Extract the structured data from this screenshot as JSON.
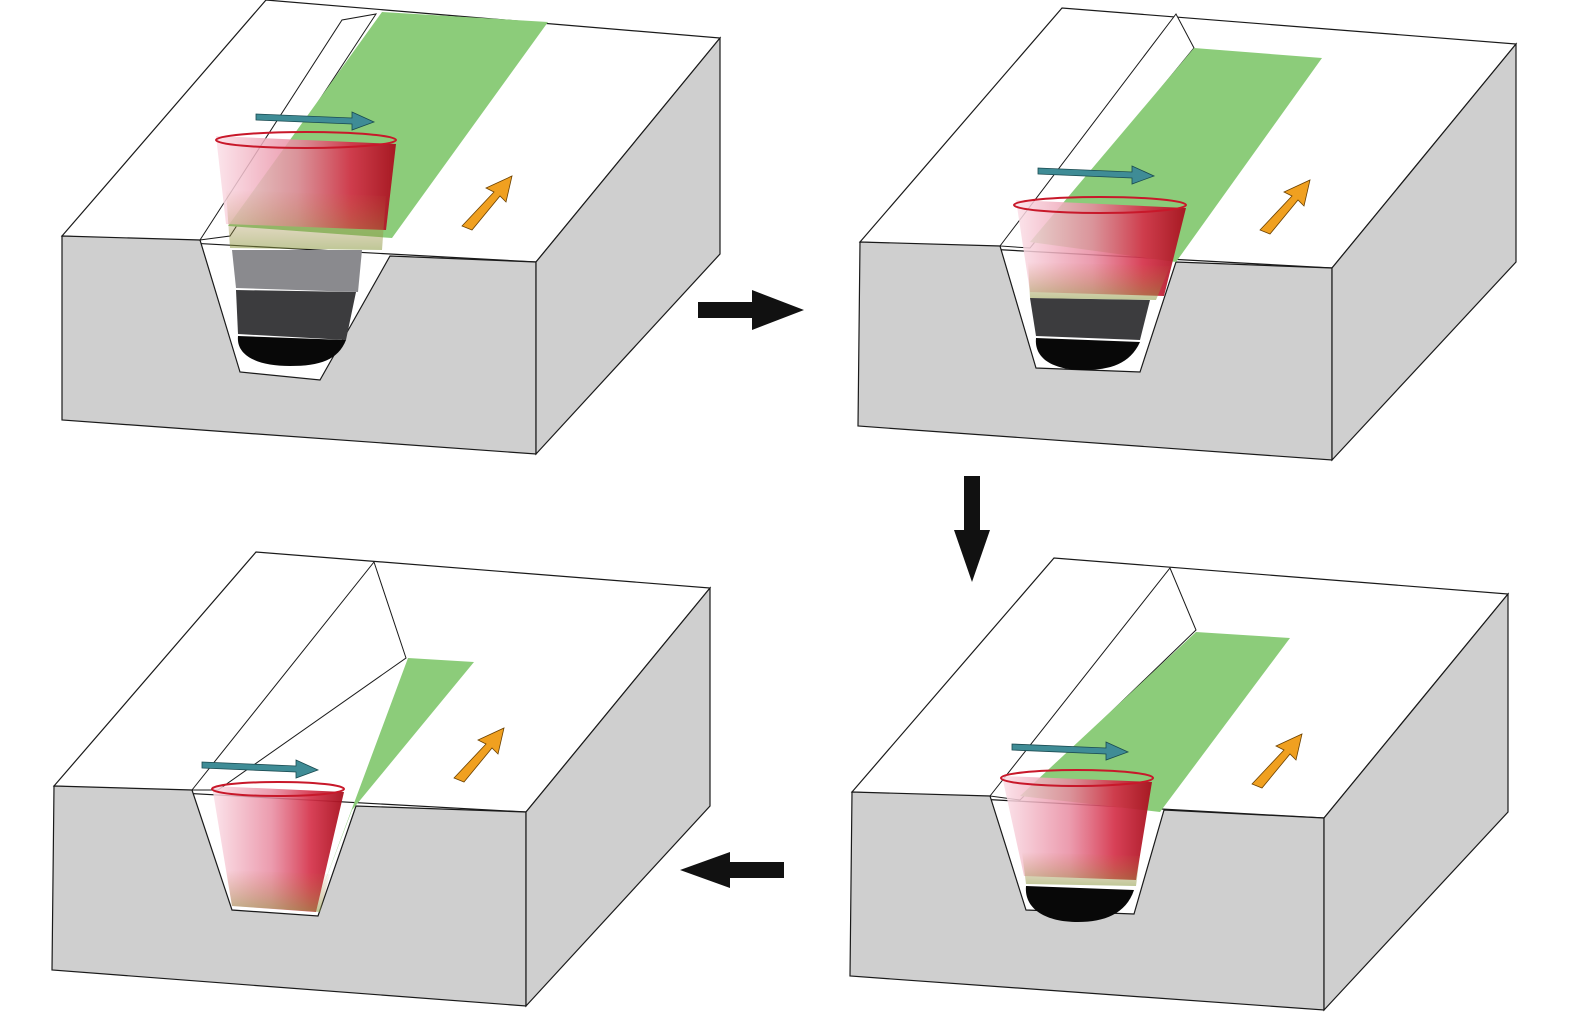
{
  "figure": {
    "panel_order": [
      "top-left",
      "top-right",
      "bottom-right",
      "bottom-left"
    ],
    "sequence": [
      "right",
      "down",
      "left"
    ]
  },
  "colors": {
    "block_top": "#ffffff",
    "block_side": "#cfcfcf",
    "block_stroke": "#1a1a1a",
    "weld_track": "#8ccc7a",
    "laser_red": "#c8182a",
    "laser_pink": "#f4b6c4",
    "laser_mid": "#e4607a",
    "beam_arrow": "#3f8c96",
    "travel_arrow": "#f0a020",
    "flow_arrow": "#111111",
    "layer_light": "#8a8a8e",
    "layer_dark": "#3c3c3e",
    "layer_black": "#080808"
  },
  "icons": {
    "beam": "scan-direction-arrow-icon",
    "travel": "travel-direction-arrow-icon",
    "flow": "process-step-arrow-icon"
  },
  "panels": [
    {
      "id": "top-left",
      "filled_layers": 3,
      "total_layers": 4
    },
    {
      "id": "top-right",
      "filled_layers": 2,
      "total_layers": 4
    },
    {
      "id": "bottom-right",
      "filled_layers": 1,
      "total_layers": 4
    },
    {
      "id": "bottom-left",
      "filled_layers": 0,
      "total_layers": 4
    }
  ]
}
